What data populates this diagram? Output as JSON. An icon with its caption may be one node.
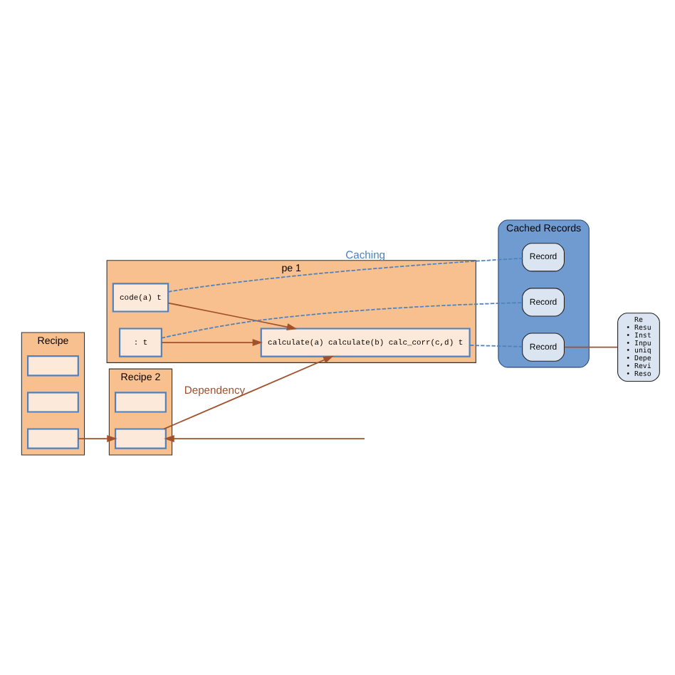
{
  "diagram": {
    "nodes": [
      {
        "text": [
          "pe 1"
        ]
      },
      {
        "text": [
          "calculate(a) calculate(b) calc_corr(c,d) t"
        ],
        "in": 0
      },
      {
        "text": [
          "code(a) t"
        ],
        "in": 0
      },
      {
        "text": [
          ": t"
        ],
        "in": 0
      },
      {
        "text": [
          "Recipe"
        ]
      },
      {
        "text": [],
        "shape": "box",
        "in": 4
      },
      {
        "text": [],
        "shape": "box",
        "in": 4
      },
      {
        "text": [],
        "shape": "box",
        "in": 4
      },
      {
        "text": [
          "Recipe 2"
        ]
      },
      {
        "text": [],
        "shape": "box",
        "in": 8
      },
      {
        "text": [],
        "shape": "box",
        "in": 8
      },
      {
        "text": [
          "Cached Records"
        ]
      },
      {
        "text": [
          "Record"
        ],
        "in": 11
      },
      {
        "text": [
          "Record"
        ],
        "in": 11
      },
      {
        "text": [
          "Record"
        ],
        "in": 11
      },
      {
        "text": [
          "Re",
          "• Resu",
          "• Inst",
          "• Inpu",
          "• uniq",
          "• Depe",
          "• Revi",
          "• Reso"
        ]
      }
    ],
    "edges": [
      {
        "from": 10,
        "to": 1,
        "arrow": "to",
        "label": "Dependency"
      },
      {
        "from": 7,
        "to": 10,
        "arrow": "to"
      },
      {
        "from": null,
        "to": 10,
        "arrow": "to"
      },
      {
        "from": 2,
        "to": 1,
        "arrow": "to"
      },
      {
        "from": 3,
        "to": 1,
        "arrow": "to"
      },
      {
        "from": 1,
        "to": 12,
        "arrow": "none",
        "style": "dashed",
        "color": "#4f81bd"
      },
      {
        "from": 2,
        "to": 13,
        "arrow": "none",
        "style": "dashed",
        "color": "#4f81bd",
        "label": "Caching"
      },
      {
        "from": 3,
        "to": 14,
        "arrow": "none",
        "style": "dashed",
        "color": "#4f81bd"
      },
      {
        "from": 12,
        "to": 15,
        "arrow": "none"
      }
    ]
  }
}
